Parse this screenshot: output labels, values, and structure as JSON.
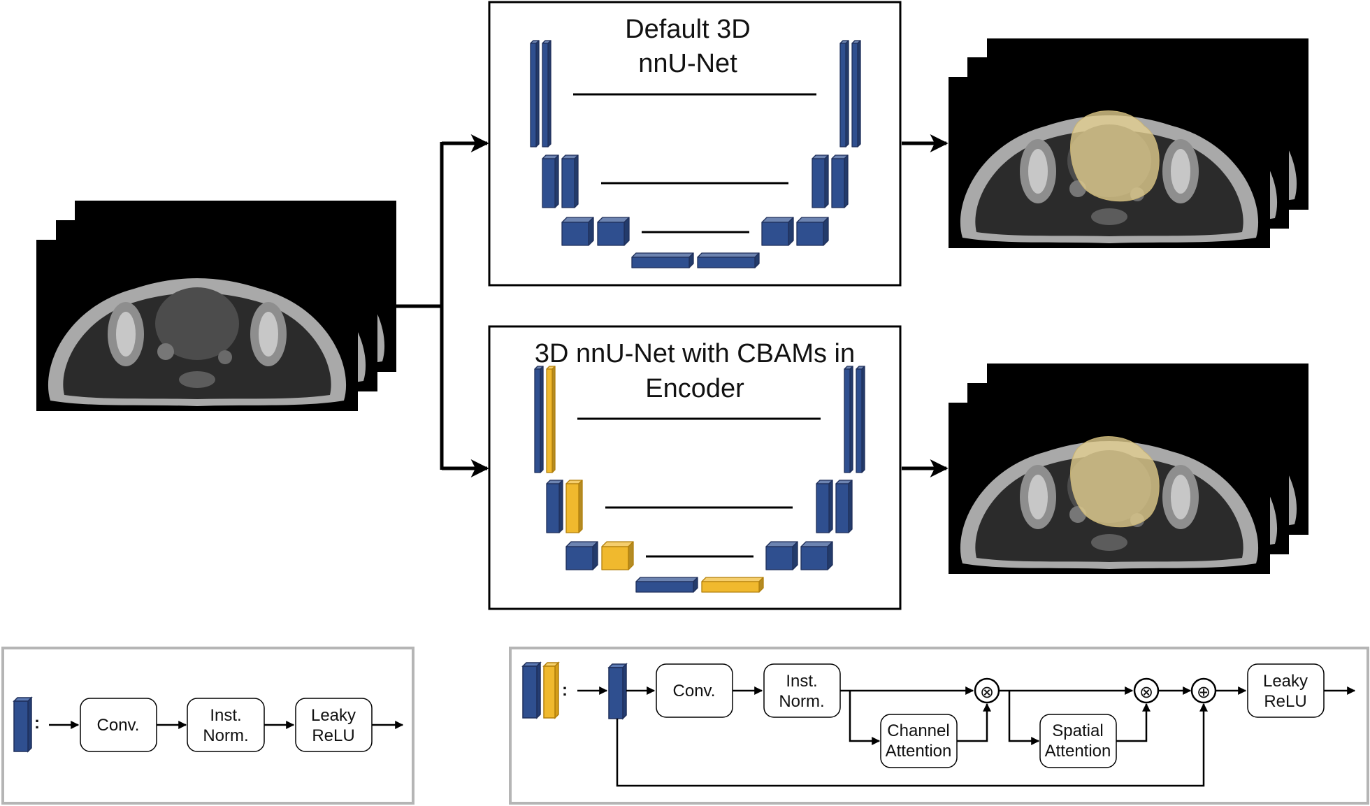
{
  "networks": {
    "default": {
      "title_line1": "Default 3D",
      "title_line2": "nnU-Net"
    },
    "cbam": {
      "title_line1": "3D nnU-Net with CBAMs in",
      "title_line2": "Encoder"
    }
  },
  "legend_default_block": {
    "colon": ":",
    "conv": "Conv.",
    "norm_line1": "Inst.",
    "norm_line2": "Norm.",
    "act_line1": "Leaky",
    "act_line2": "ReLU"
  },
  "legend_cbam_block": {
    "colon": ":",
    "conv": "Conv.",
    "norm_line1": "Inst.",
    "norm_line2": "Norm.",
    "channel_line1": "Channel",
    "channel_line2": "Attention",
    "spatial_line1": "Spatial",
    "spatial_line2": "Attention",
    "act_line1": "Leaky",
    "act_line2": "ReLU",
    "multiply_symbol": "⊗",
    "add_symbol": "⊕"
  },
  "colors": {
    "conv_block": "#2f4f8f",
    "conv_block_edge": "#1f2f5a",
    "cbam_block": "#f0b92e",
    "cbam_block_edge": "#b27f0a",
    "segmentation_overlay": "#e4cf8f",
    "legend_border": "#b5b5b5"
  }
}
